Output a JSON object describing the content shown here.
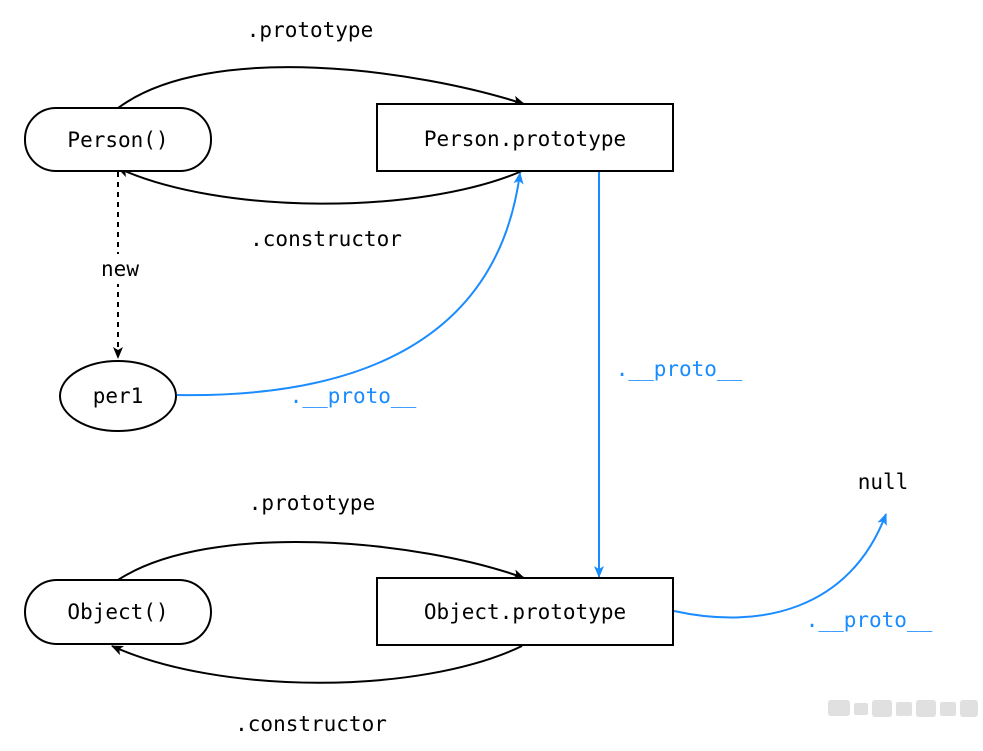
{
  "colors": {
    "ink": "#000000",
    "proto_link": "#1a8cff",
    "background": "#ffffff"
  },
  "nodes": {
    "person_fn": "Person()",
    "person_prototype": "Person.prototype",
    "per1": "per1",
    "object_fn": "Object()",
    "object_prototype": "Object.prototype",
    "null": "null"
  },
  "edges": {
    "person_prototype_link": ".prototype",
    "person_constructor_link": ".constructor",
    "person_new": "new",
    "per1_proto": ".__proto__",
    "person_prototype_proto": ".__proto__",
    "object_prototype_link": ".prototype",
    "object_constructor_link": ".constructor",
    "object_prototype_proto": ".__proto__"
  }
}
